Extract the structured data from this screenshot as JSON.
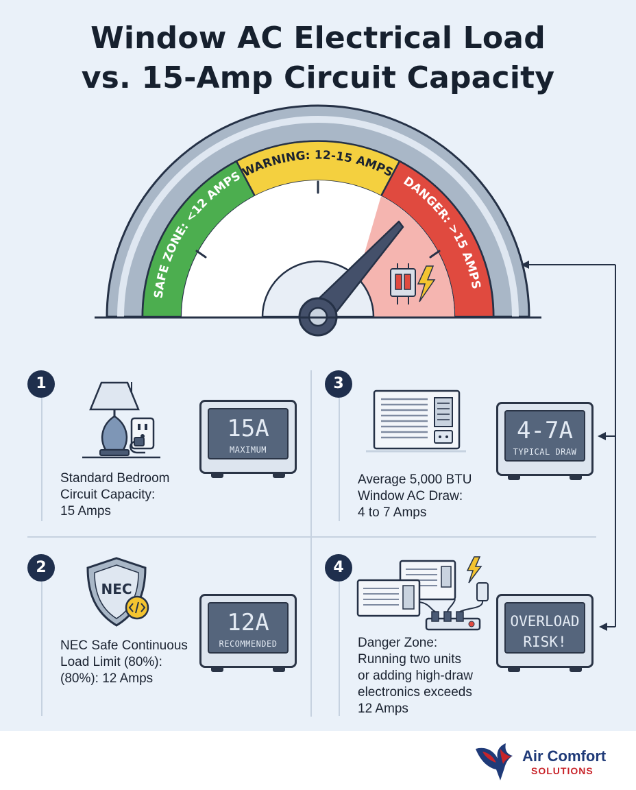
{
  "title": {
    "line1": "Window AC Electrical Load",
    "line2": "vs. 15-Amp Circuit Capacity"
  },
  "gauge": {
    "zones": {
      "safe": "SAFE ZONE: <12 AMPS",
      "warning": "WARNING: 12-15 AMPS",
      "danger": "DANGER: >15 AMPS"
    },
    "colors": {
      "safe": "#4cae4f",
      "warning": "#f4d03f",
      "danger": "#e04a3f",
      "danger_fill": "#f5b5b0",
      "rim": "#a9b7c7",
      "needle": "#44506a"
    },
    "needle_reading": "danger"
  },
  "panels": [
    {
      "number": "1",
      "icon": "lamp-outlet-icon",
      "description": [
        "Standard Bedroom",
        "Circuit Capacity:",
        "15 Amps"
      ],
      "display": {
        "value": "15A",
        "caption": "MAXIMUM"
      }
    },
    {
      "number": "2",
      "icon": "nec-shield-icon",
      "icon_label": "NEC",
      "description": [
        "NEC Safe Continuous",
        "Load Limit (80%):",
        "(80%): 12 Amps"
      ],
      "display": {
        "value": "12A",
        "caption": "RECOMMENDED"
      }
    },
    {
      "number": "3",
      "icon": "window-ac-icon",
      "description": [
        "Average 5,000 BTU",
        "Window AC Draw:",
        "4 to 7 Amps"
      ],
      "display": {
        "value": "4-7A",
        "caption": "TYPICAL DRAW"
      }
    },
    {
      "number": "4",
      "icon": "overload-power-strip-icon",
      "description": [
        "Danger Zone:",
        "Running two units",
        "or adding high-draw",
        "electronics exceeds",
        "12 Amps"
      ],
      "display": {
        "value": "OVERLOAD",
        "caption": "RISK!"
      }
    }
  ],
  "brand": {
    "name": "Air Comfort",
    "sub": "SOLUTIONS",
    "icon": "eagle-logo-icon"
  }
}
